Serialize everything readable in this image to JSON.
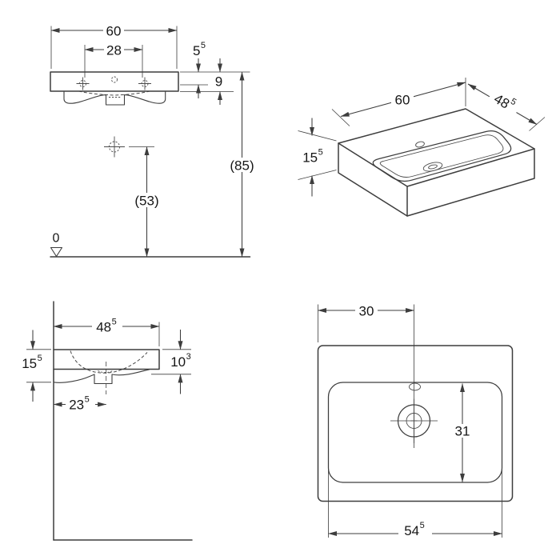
{
  "drawing": {
    "line_color": "#3d3d3d",
    "text_color": "#161616",
    "front": {
      "width": {
        "main": "60"
      },
      "tap_spacing": {
        "main": "28"
      },
      "rim_to_tap": {
        "main": "5",
        "sup": "5"
      },
      "apron": {
        "main": "9"
      },
      "rim_height": {
        "main": "(85)"
      },
      "outlet_height": {
        "main": "(53)"
      },
      "datum": {
        "main": "0"
      }
    },
    "iso": {
      "width": {
        "main": "60"
      },
      "depth": {
        "main": "48",
        "sup": "5"
      },
      "height": {
        "main": "15",
        "sup": "5"
      }
    },
    "side": {
      "depth": {
        "main": "48",
        "sup": "5"
      },
      "height": {
        "main": "15",
        "sup": "5"
      },
      "front_edge": {
        "main": "10",
        "sup": "3"
      },
      "outlet_offset": {
        "main": "23",
        "sup": "5"
      }
    },
    "plan": {
      "center_offset": {
        "main": "30"
      },
      "bowl_depth": {
        "main": "31"
      },
      "bowl_width": {
        "main": "54",
        "sup": "5"
      }
    }
  }
}
